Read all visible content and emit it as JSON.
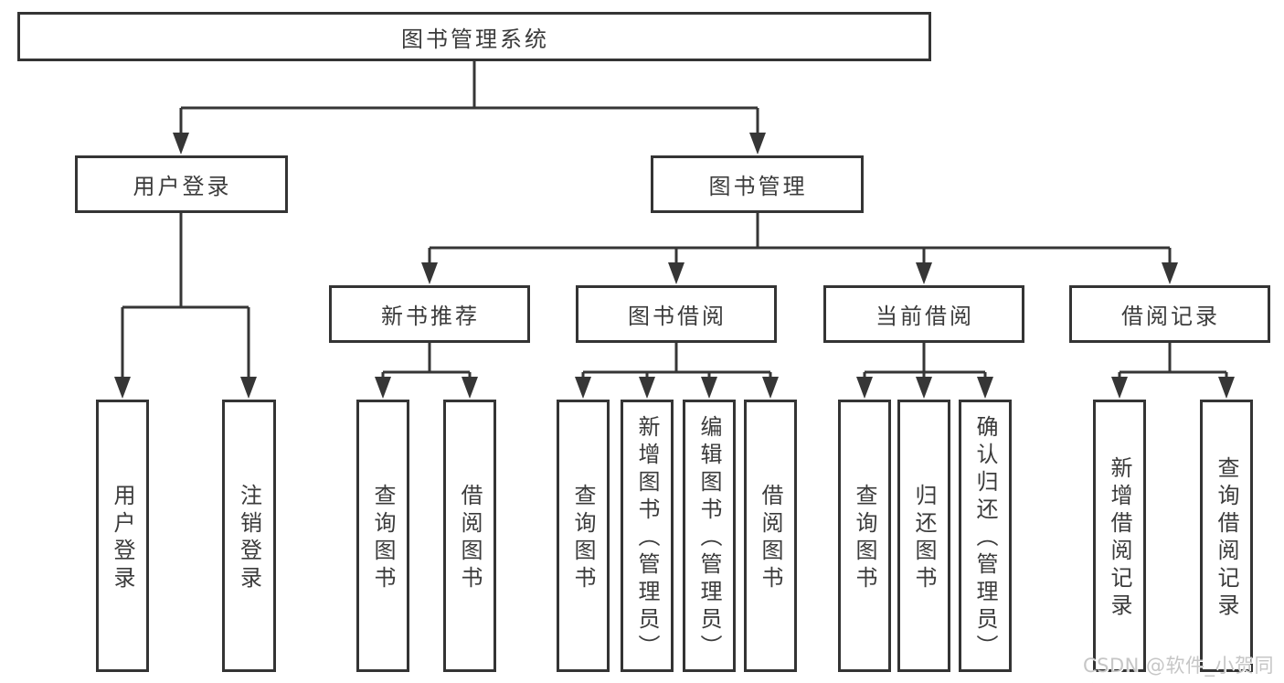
{
  "colors": {
    "line": "#363636",
    "box_border": "#343434",
    "text": "#3b3b3b",
    "background": "#ffffff",
    "watermark": "#c6c6c6"
  },
  "watermark": "CSDN @软件_小贺同学",
  "tree": {
    "root": "图书管理系统",
    "branches": [
      {
        "label": "用户登录",
        "children": [
          "用户登录",
          "注销登录"
        ]
      },
      {
        "label": "图书管理",
        "sections": [
          {
            "label": "新书推荐",
            "children": [
              "查询图书",
              "借阅图书"
            ]
          },
          {
            "label": "图书借阅",
            "children": [
              "查询图书",
              "新增图书（管理员）",
              "编辑图书（管理员）",
              "借阅图书"
            ]
          },
          {
            "label": "当前借阅",
            "children": [
              "查询图书",
              "归还图书",
              "确认归还（管理员）"
            ]
          },
          {
            "label": "借阅记录",
            "children": [
              "新增借阅记录",
              "查询借阅记录"
            ]
          }
        ]
      }
    ]
  }
}
